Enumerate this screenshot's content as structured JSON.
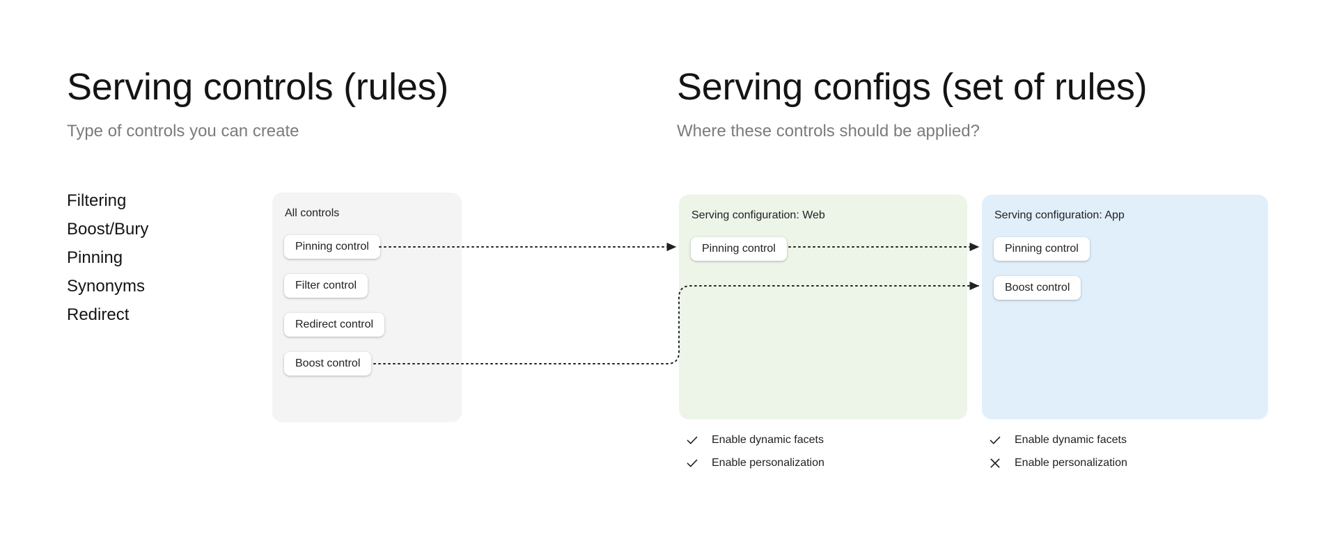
{
  "columns": {
    "left": {
      "title": "Serving controls (rules)",
      "subtitle": "Type of controls you can create"
    },
    "right": {
      "title": "Serving configs (set of rules)",
      "subtitle": "Where these controls should be applied?"
    }
  },
  "control_types": [
    "Filtering",
    "Boost/Bury",
    "Pinning",
    "Synonyms",
    "Redirect"
  ],
  "cards": {
    "all_controls": {
      "title": "All controls",
      "background": "#f4f4f4",
      "chips": [
        "Pinning control",
        "Filter control",
        "Redirect control",
        "Boost control"
      ]
    },
    "serving_config_web": {
      "title": "Serving configuration: Web",
      "background": "#edf4e8",
      "chips": [
        "Pinning control"
      ],
      "toggles": [
        {
          "icon": "check-icon",
          "label": "Enable dynamic facets",
          "state": "enabled"
        },
        {
          "icon": "check-icon",
          "label": "Enable personalization",
          "state": "enabled"
        }
      ]
    },
    "serving_config_app": {
      "title": "Serving configuration: App",
      "background": "#e1effb",
      "chips": [
        "Pinning control",
        "Boost control"
      ],
      "toggles": [
        {
          "icon": "check-icon",
          "label": "Enable dynamic facets",
          "state": "enabled"
        },
        {
          "icon": "close-icon",
          "label": "Enable personalization",
          "state": "disabled"
        }
      ]
    }
  },
  "connectors": [
    {
      "from": "all-controls.pinning-control",
      "to": "serving-config-web.pinning-control",
      "style": "dotted-arrow"
    },
    {
      "from": "serving-config-web.pinning-control",
      "to": "serving-config-app.pinning-control",
      "style": "dotted-arrow"
    },
    {
      "from": "all-controls.boost-control",
      "to": "serving-config-app.boost-control",
      "style": "dotted-arrow-elbow"
    }
  ],
  "colors": {
    "text_primary": "#141414",
    "text_secondary": "#7b7b7b",
    "card_gray": "#f4f4f4",
    "card_green": "#edf4e8",
    "card_blue": "#e1effb",
    "connector": "#202124"
  }
}
